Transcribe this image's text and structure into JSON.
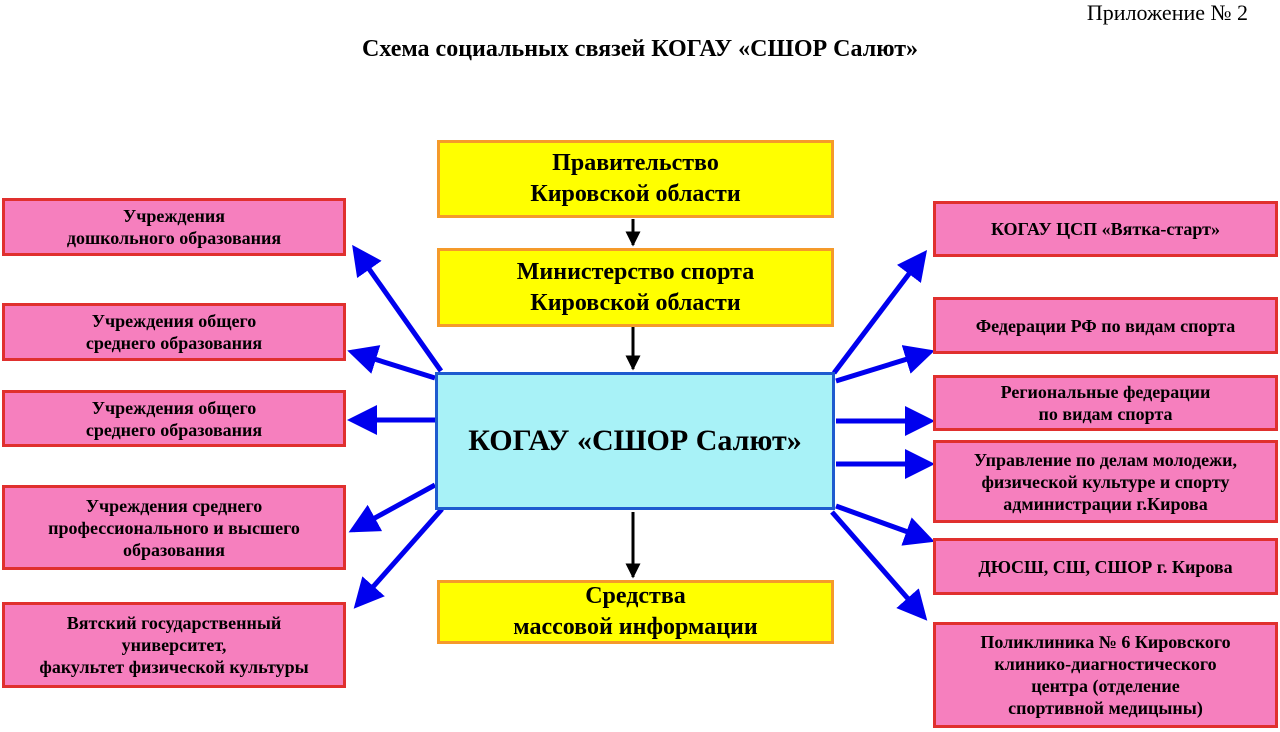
{
  "appendix": "Приложение № 2",
  "title": "Схема социальных связей КОГАУ «СШОР Салют»",
  "center": "КОГАУ «СШОР Салют»",
  "top_boxes": [
    "Правительство\nКировской области",
    "Министерство спорта\nКировской области"
  ],
  "bottom_box": "Средства\nмассовой информации",
  "left_boxes": [
    "Учреждения\nдошкольного образования",
    "Учреждения общего\nсреднего образования",
    "Учреждения общего\nсреднего образования",
    "Учреждения среднего\nпрофессионального и высшего\nобразования",
    "Вятский государственный\nуниверситет,\nфакультет физической культуры"
  ],
  "right_boxes": [
    "КОГАУ ЦСП «Вятка-старт»",
    "Федерации РФ по видам спорта",
    "Региональные федерации\nпо видам спорта",
    "Управление по делам молодежи,\nфизической культуре и спорту\nадминистрации г.Кирова",
    "ДЮСШ, СШ, СШОР г. Кирова",
    "Поликлиника № 6 Кировского\nклинико-диагностического\nцентра (отделение\nспортивной медицыны)"
  ],
  "colors": {
    "yellow_fill": "#ffff00",
    "yellow_border": "#f59a2a",
    "pink_fill": "#f67fbe",
    "pink_border": "#e0302e",
    "center_fill": "#a8f2f7",
    "center_border": "#1e5bcf",
    "arrow_blue": "#0000ee",
    "arrow_black": "#000000"
  }
}
